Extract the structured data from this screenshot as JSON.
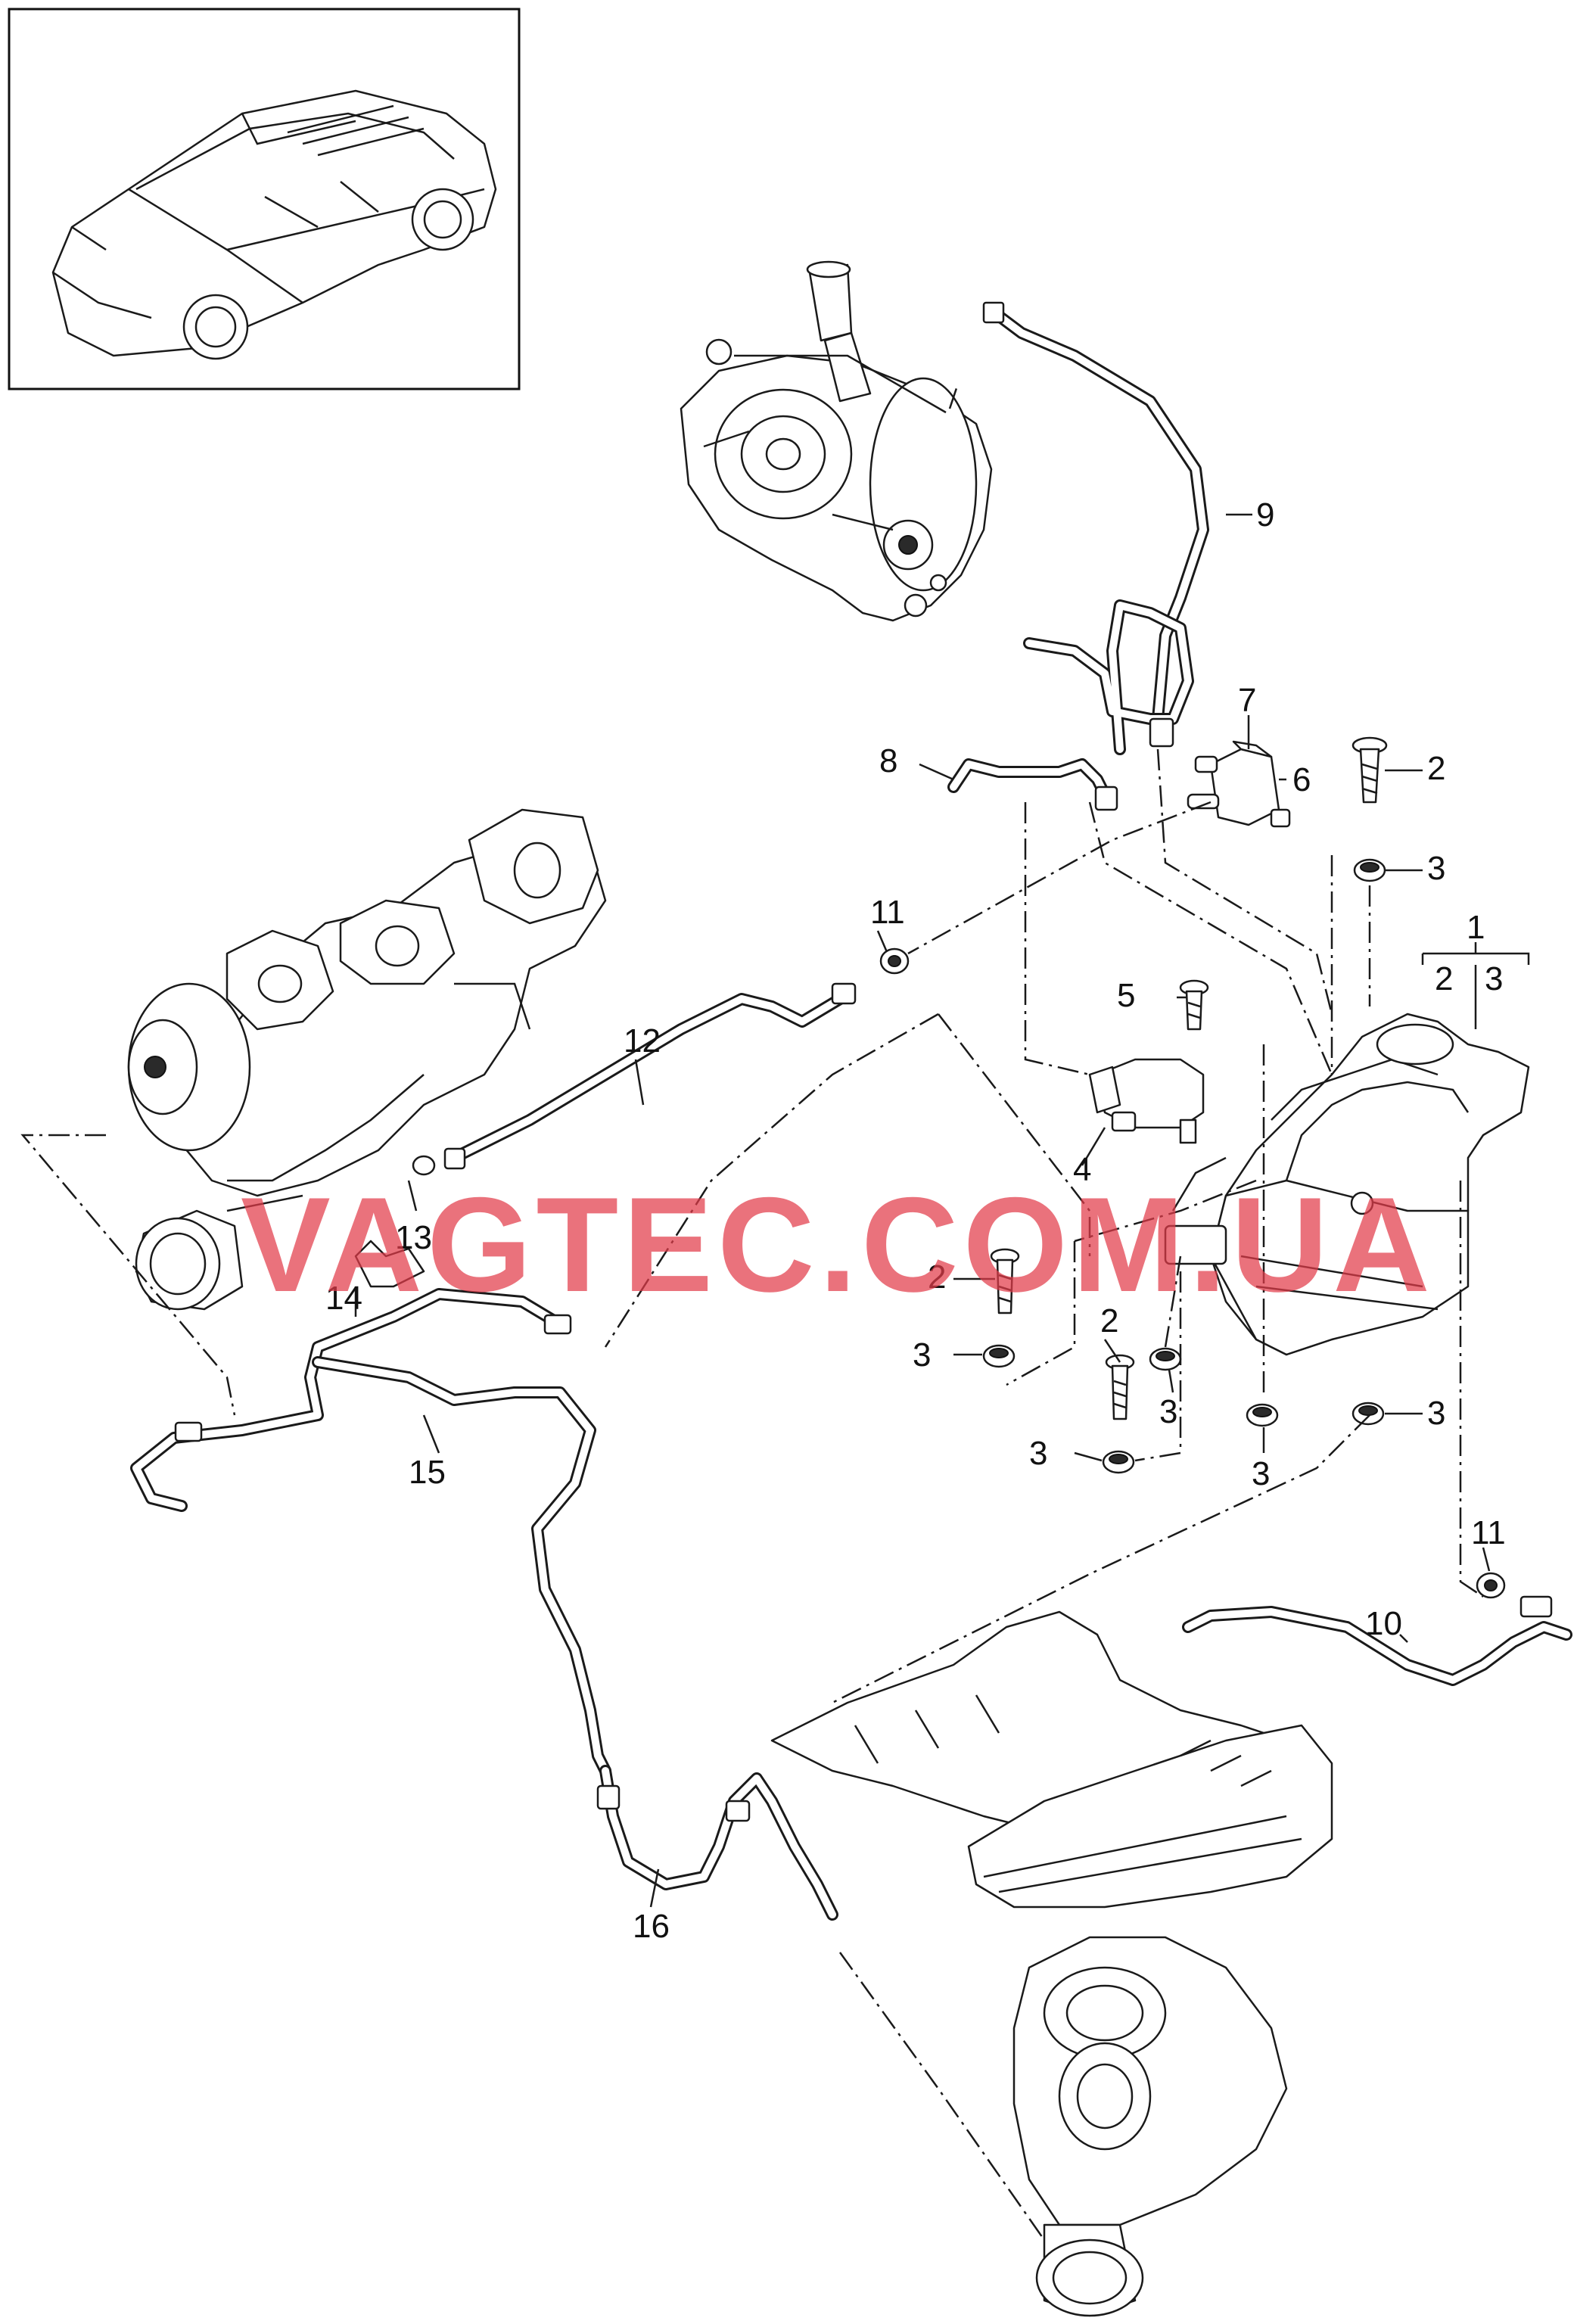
{
  "watermark": "VAGTEC.COM.UA",
  "callouts": {
    "c1": "1",
    "c1_sub2": "2",
    "c1_sub3": "3",
    "c2a": "2",
    "c2b": "2",
    "c2c": "2",
    "c3a": "3",
    "c3b": "3",
    "c3c": "3",
    "c3d": "3",
    "c3e": "3",
    "c3f": "3",
    "c4": "4",
    "c5": "5",
    "c6": "6",
    "c7": "7",
    "c8": "8",
    "c9": "9",
    "c10": "10",
    "c11a": "11",
    "c11b": "11",
    "c12": "12",
    "c13": "13",
    "c14": "14",
    "c15": "15",
    "c16": "16"
  },
  "icons": [
    "vehicle-thumbnail",
    "vacuum-pump",
    "turbocharger-left",
    "turbocharger-right",
    "air-filter-box",
    "solenoid-valve",
    "pressure-converter"
  ]
}
